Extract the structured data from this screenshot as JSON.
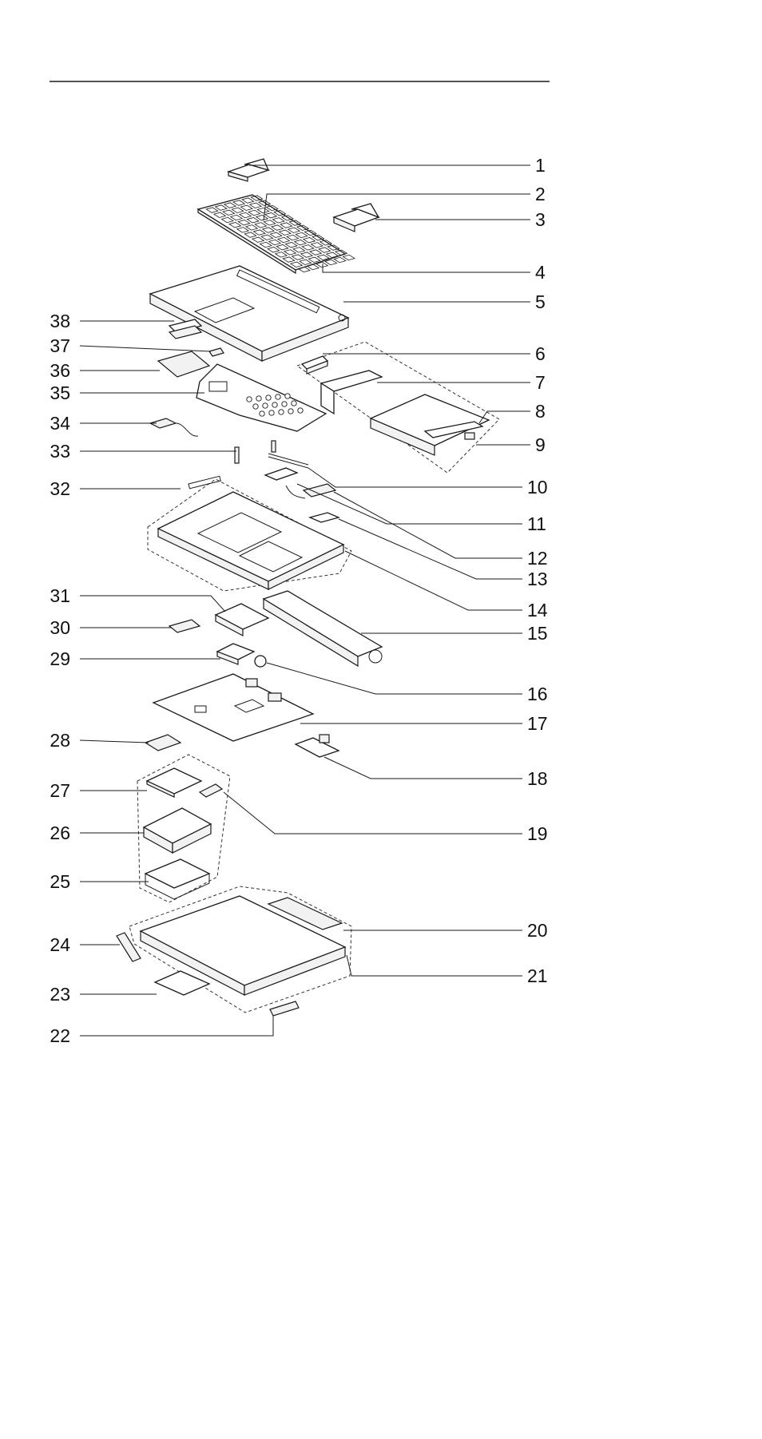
{
  "diagram": {
    "callouts": {
      "left": [
        "38",
        "37",
        "36",
        "35",
        "34",
        "33",
        "32",
        "31",
        "30",
        "29",
        "28",
        "27",
        "26",
        "25",
        "24",
        "23",
        "22"
      ],
      "right": [
        "1",
        "2",
        "3",
        "4",
        "5",
        "6",
        "7",
        "8",
        "9",
        "10",
        "11",
        "12",
        "13",
        "14",
        "15",
        "16",
        "17",
        "18",
        "19",
        "20",
        "21"
      ]
    },
    "colors": {
      "ink": "#1a1a1a",
      "paper": "#ffffff"
    }
  }
}
